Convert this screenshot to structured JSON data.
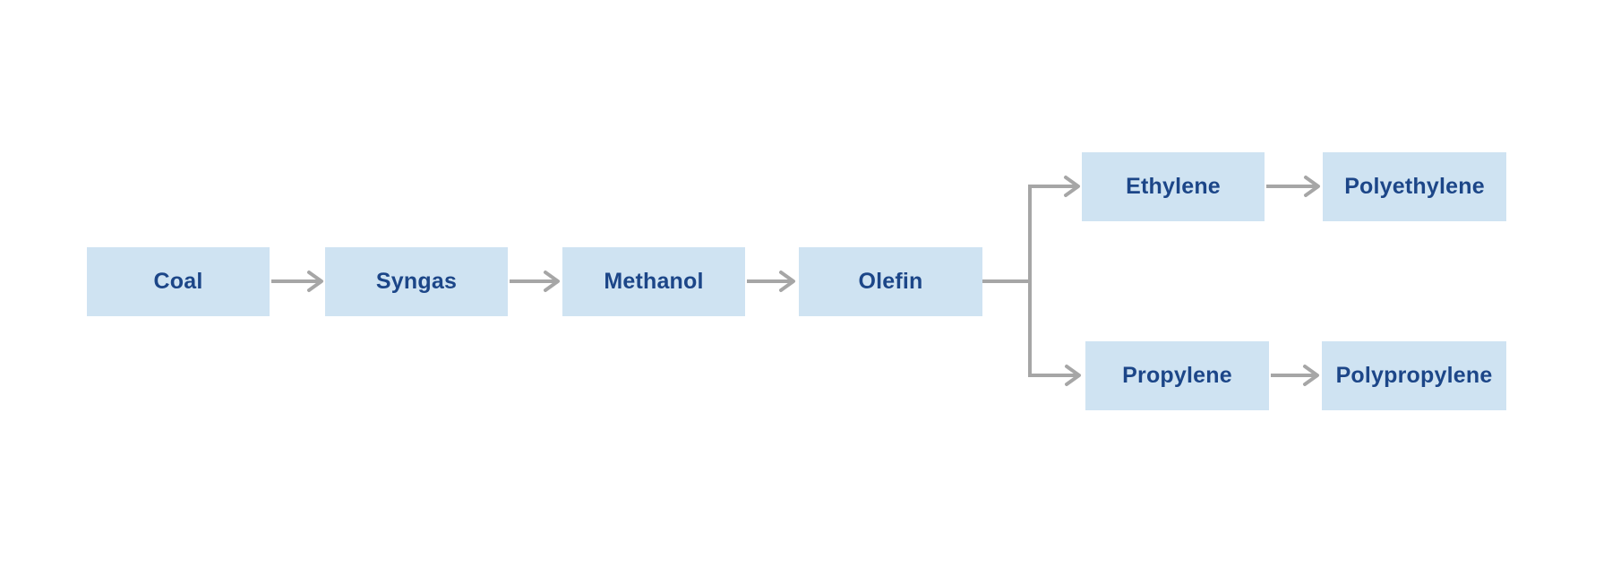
{
  "flowchart": {
    "type": "process-flow-diagram",
    "nodes": [
      {
        "id": "coal",
        "label": "Coal"
      },
      {
        "id": "syngas",
        "label": "Syngas"
      },
      {
        "id": "methanol",
        "label": "Methanol"
      },
      {
        "id": "olefin",
        "label": "Olefin"
      },
      {
        "id": "ethylene",
        "label": "Ethylene"
      },
      {
        "id": "polyethylene",
        "label": "Polyethylene"
      },
      {
        "id": "propylene",
        "label": "Propylene"
      },
      {
        "id": "polypropylene",
        "label": "Polypropylene"
      }
    ],
    "edges": [
      {
        "from": "Coal",
        "to": "Syngas"
      },
      {
        "from": "Syngas",
        "to": "Methanol"
      },
      {
        "from": "Methanol",
        "to": "Olefin"
      },
      {
        "from": "Olefin",
        "to": "Ethylene"
      },
      {
        "from": "Olefin",
        "to": "Propylene"
      },
      {
        "from": "Ethylene",
        "to": "Polyethylene"
      },
      {
        "from": "Propylene",
        "to": "Polypropylene"
      }
    ],
    "colors": {
      "background": "#ffffff",
      "node_fill": "#cfe3f2",
      "node_text": "#1c4688",
      "connector": "#a6a6a6"
    }
  }
}
